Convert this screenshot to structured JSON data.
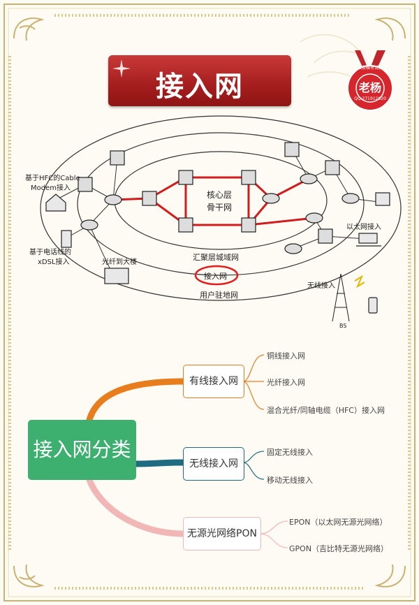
{
  "title": "接入网",
  "badge": {
    "line1": "专业资格考试指导",
    "name": "老杨",
    "qq": "QQ:271912620"
  },
  "diagram": {
    "core_label": "核心层",
    "backbone_label": "骨干网",
    "aggregation_label": "汇聚层城域网",
    "access_label": "接入网",
    "user_label": "用户驻地网",
    "hfc_label_1": "基于HFC的Cable",
    "hfc_label_2": "Modem接入",
    "xdsl_label_1": "基于电话线的",
    "xdsl_label_2": "xDSL接入",
    "fiber_label": "光纤到大楼",
    "ethernet_label": "以太网接入",
    "wireless_label": "无线接入",
    "bs_label": "BS"
  },
  "mindmap": {
    "root": "接入网分类",
    "colors": {
      "wired": "#e87d1e",
      "wireless": "#1f6b82",
      "pon": "#f1b7b7",
      "root": "#3db06f"
    },
    "categories": [
      {
        "label": "有线接入网",
        "items": [
          "铜线接入网",
          "光纤接入网",
          "混合光纤/同轴电缆（HFC）接入网"
        ]
      },
      {
        "label": "无线接入网",
        "items": [
          "固定无线接入",
          "移动无线接入"
        ]
      },
      {
        "label": "无源光网络PON",
        "items": [
          "EPON（以太网无源光网络）",
          "GPON（吉比特无源光网络）"
        ]
      }
    ]
  }
}
